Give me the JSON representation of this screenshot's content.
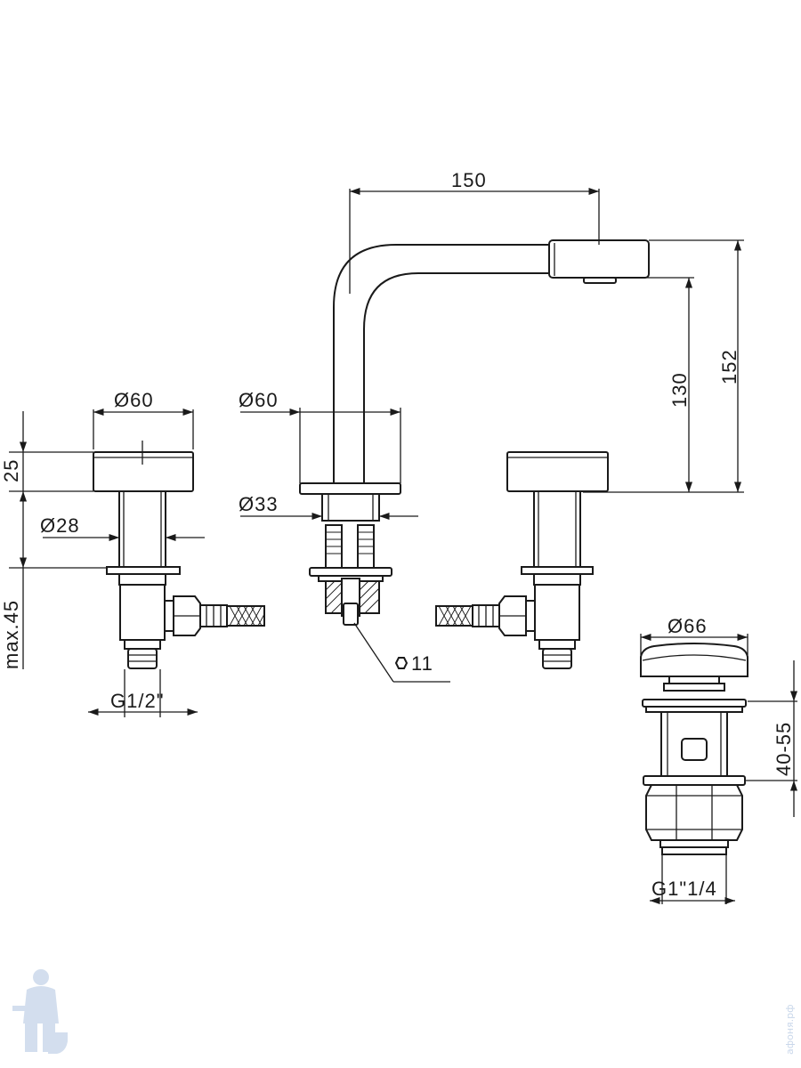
{
  "dimensions": {
    "spout_reach": "150",
    "spout_height_total": "152",
    "spout_height_outlet": "130",
    "left_handle_diameter": "Ø60",
    "spout_base_diameter": "Ø60",
    "spout_stem_diameter": "Ø33",
    "left_stem_diameter": "Ø28",
    "handle_height": "25",
    "max_body": "max.45",
    "hex_nut": "11",
    "inlet_thread": "G1/2\"",
    "drain_diameter": "Ø66",
    "drain_range": "40-55",
    "drain_thread": "G1\"1/4"
  },
  "watermark": {
    "site_text": "афоня.рф",
    "logo_icon": "plumber-logo-icon",
    "color": "#c9d7ea"
  },
  "colors": {
    "line": "#1a1a1a",
    "background": "#ffffff"
  }
}
